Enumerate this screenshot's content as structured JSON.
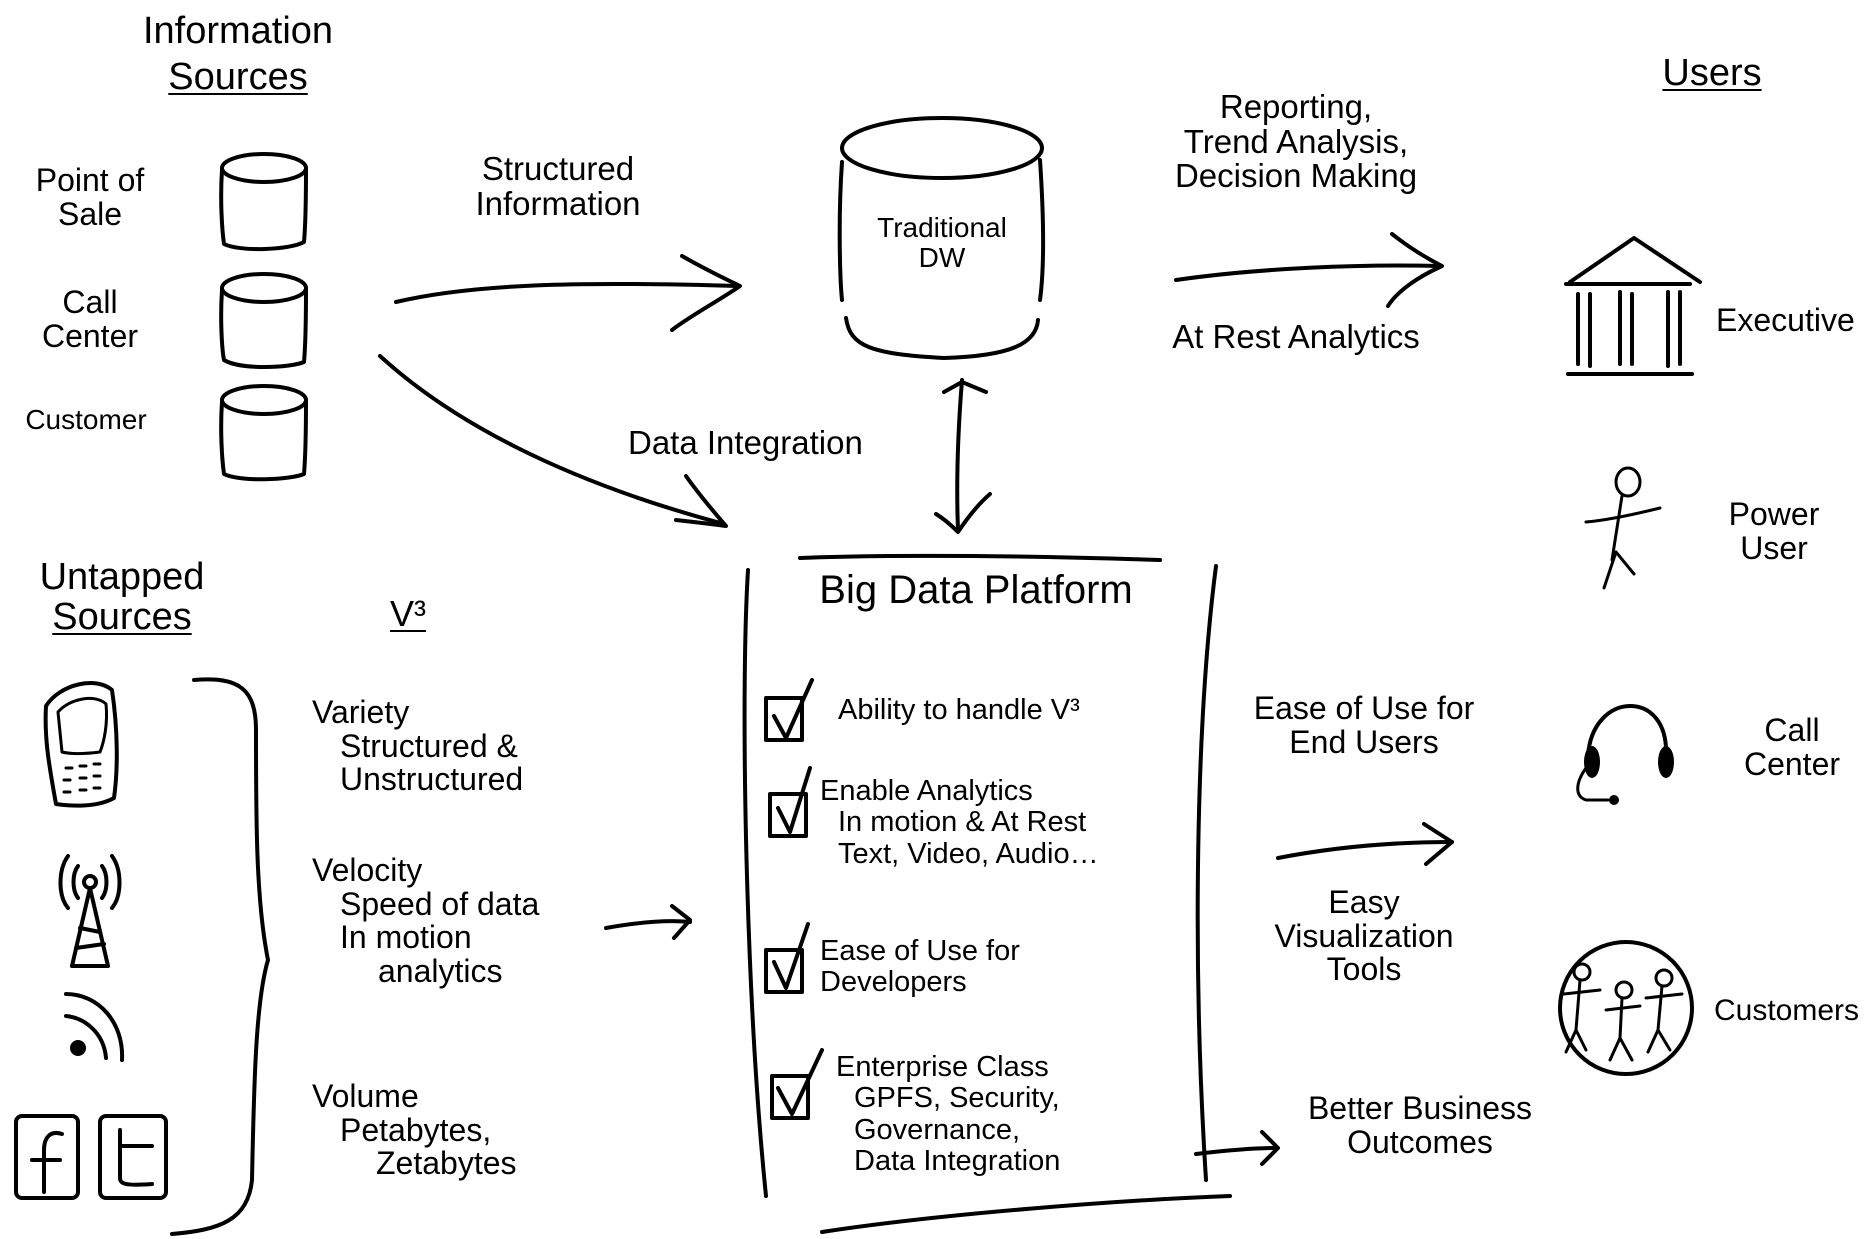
{
  "sources": {
    "title_line1": "Information",
    "title_line2": "Sources",
    "items": [
      {
        "line1": "Point of",
        "line2": "Sale"
      },
      {
        "line1": "Call",
        "line2": "Center"
      },
      {
        "line1": "Customer",
        "line2": ""
      }
    ]
  },
  "untapped": {
    "title_line1": "Untapped",
    "title_line2": "Sources",
    "icons": [
      "mobile-phone-icon",
      "radio-tower-icon",
      "rss-feed-icon",
      "facebook-icon",
      "twitter-icon"
    ]
  },
  "v3": {
    "label": "V³",
    "variety": {
      "title": "Variety",
      "line1": "Structured &",
      "line2": "Unstructured"
    },
    "velocity": {
      "title": "Velocity",
      "line1": "Speed of data",
      "line2": "In motion",
      "line3": "analytics"
    },
    "volume": {
      "title": "Volume",
      "line1": "Petabytes,",
      "line2": "Zetabytes"
    }
  },
  "flows": {
    "structured_line1": "Structured",
    "structured_line2": "Information",
    "data_integration": "Data Integration",
    "reporting_line1": "Reporting,",
    "reporting_line2": "Trend Analysis,",
    "reporting_line3": "Decision Making",
    "at_rest": "At Rest Analytics",
    "ease_line1": "Ease of Use for",
    "ease_line2": "End Users",
    "easy_line1": "Easy",
    "easy_line2": "Visualization",
    "easy_line3": "Tools",
    "better_line1": "Better Business",
    "better_line2": "Outcomes"
  },
  "dw": {
    "line1": "Traditional",
    "line2": "DW"
  },
  "platform": {
    "title": "Big Data Platform",
    "items": [
      {
        "line1": "Ability to handle V³",
        "line2": "",
        "line3": "",
        "line4": ""
      },
      {
        "line1": "Enable Analytics",
        "line2": "In motion & At Rest",
        "line3": "Text, Video, Audio…",
        "line4": ""
      },
      {
        "line1": "Ease of Use for",
        "line2": "Developers",
        "line3": "",
        "line4": ""
      },
      {
        "line1": "Enterprise Class",
        "line2": "GPFS, Security,",
        "line3": "Governance,",
        "line4": "Data Integration"
      }
    ]
  },
  "users": {
    "title": "Users",
    "items": [
      {
        "line1": "Executive",
        "line2": "",
        "icon": "government-building-icon"
      },
      {
        "line1": "Power",
        "line2": "User",
        "icon": "stick-figure-icon"
      },
      {
        "line1": "Call",
        "line2": "Center",
        "icon": "headset-icon"
      },
      {
        "line1": "Customers",
        "line2": "",
        "icon": "group-circle-icon"
      }
    ]
  }
}
